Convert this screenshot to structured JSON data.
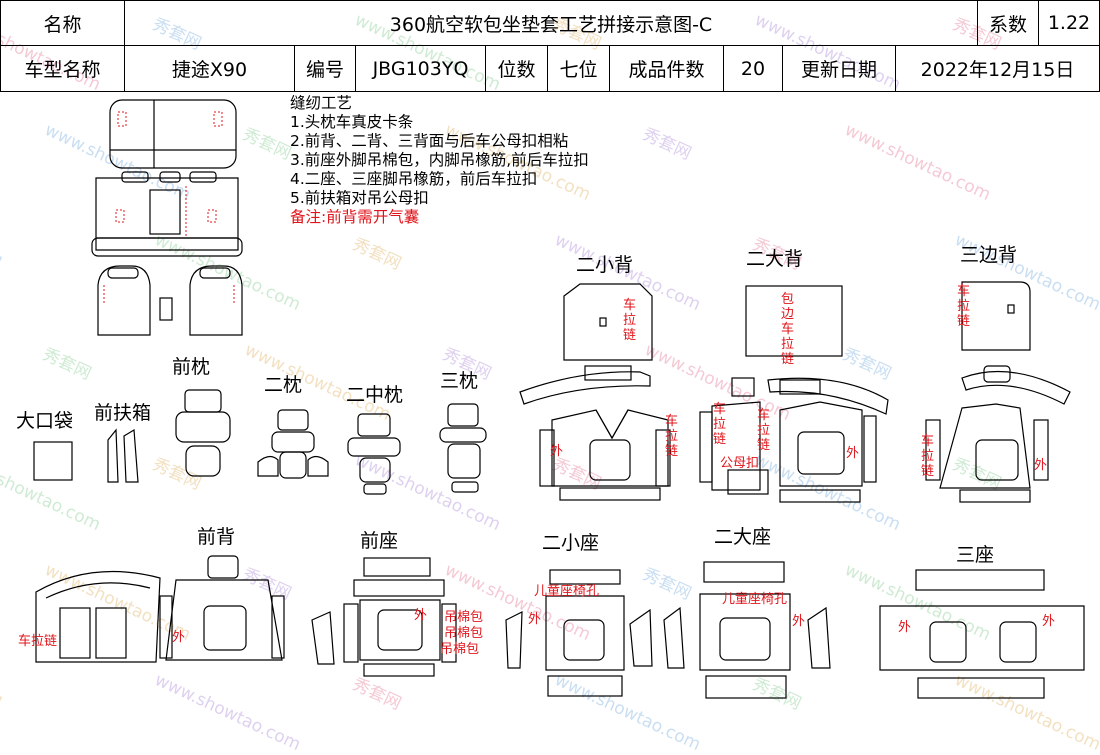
{
  "header": {
    "name_label": "名称",
    "title": "360航空软包坐垫套工艺拼接示意图-C",
    "coef_label": "系数",
    "coef_value": "1.22",
    "model_label": "车型名称",
    "model_value": "捷途X90",
    "code_label": "编号",
    "code_value": "JBG103YQ",
    "seats_label": "位数",
    "seats_value": "七位",
    "pieces_label": "成品件数",
    "pieces_value": "20",
    "date_label": "更新日期",
    "date_value": "2022年12月15日"
  },
  "notes": {
    "title": "缝纫工艺",
    "items": [
      "1.头枕车真皮卡条",
      "2.前背、二背、三背面与后车公母扣相粘",
      "3.前座外脚吊棉包，内脚吊橡筋,前后车拉扣",
      "4.二座、三座脚吊橡筋，前后车拉扣",
      "5.前扶箱对吊公母扣"
    ],
    "remark": "备注:前背需开气囊"
  },
  "parts": {
    "front_headrest": "前枕",
    "second_headrest": "二枕",
    "second_mid_headrest": "二中枕",
    "third_headrest": "三枕",
    "big_pocket": "大口袋",
    "front_armrest": "前扶箱",
    "second_small_back": "二小背",
    "second_big_back": "二大背",
    "third_side_back": "三边背",
    "front_back": "前背",
    "front_seat": "前座",
    "second_small_seat": "二小座",
    "second_big_seat": "二大座",
    "third_seat": "三座"
  },
  "annotations": {
    "zipper": "车拉链",
    "outer": "外",
    "wrap_zipper": "包边车拉链",
    "snap": "公母扣",
    "cotton_pack": "吊棉包",
    "child_seat_hole": "儿童座椅孔"
  },
  "watermark": {
    "site": "www.showtao.com",
    "brand": "秀套网"
  },
  "colors": {
    "annotation_red": "#e0151b",
    "line": "#000000"
  }
}
